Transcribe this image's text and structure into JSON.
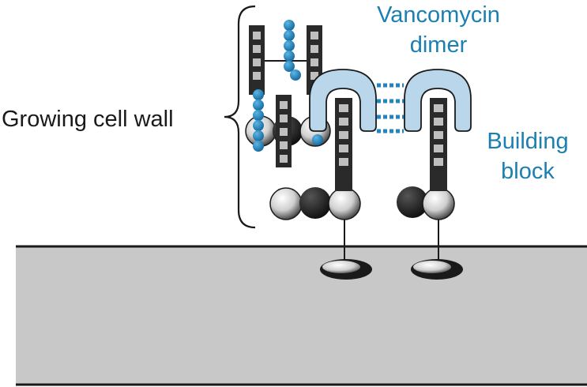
{
  "labels": {
    "growing_cell_wall": "Growing cell wall",
    "vancomycin_line1": "Vancomycin",
    "vancomycin_line2": "dimer",
    "building_block_line1": "Building",
    "building_block_line2": "block"
  },
  "colors": {
    "label_dark": "#1a1a1a",
    "label_blue": "#1b80b0",
    "blue_bead": "#1f86c1",
    "vancomycin_fill": "#b9d6ea",
    "membrane_fill": "#c8c8c8",
    "dark_sugar": "#1c1c1c",
    "chain_block": "#2a2a2a"
  },
  "icons": [
    "brace-icon",
    "peptide-chain-icon",
    "sugar-bead-icon",
    "vancomycin-clamp-icon",
    "lipid-anchor-icon",
    "blue-bead-icon"
  ]
}
